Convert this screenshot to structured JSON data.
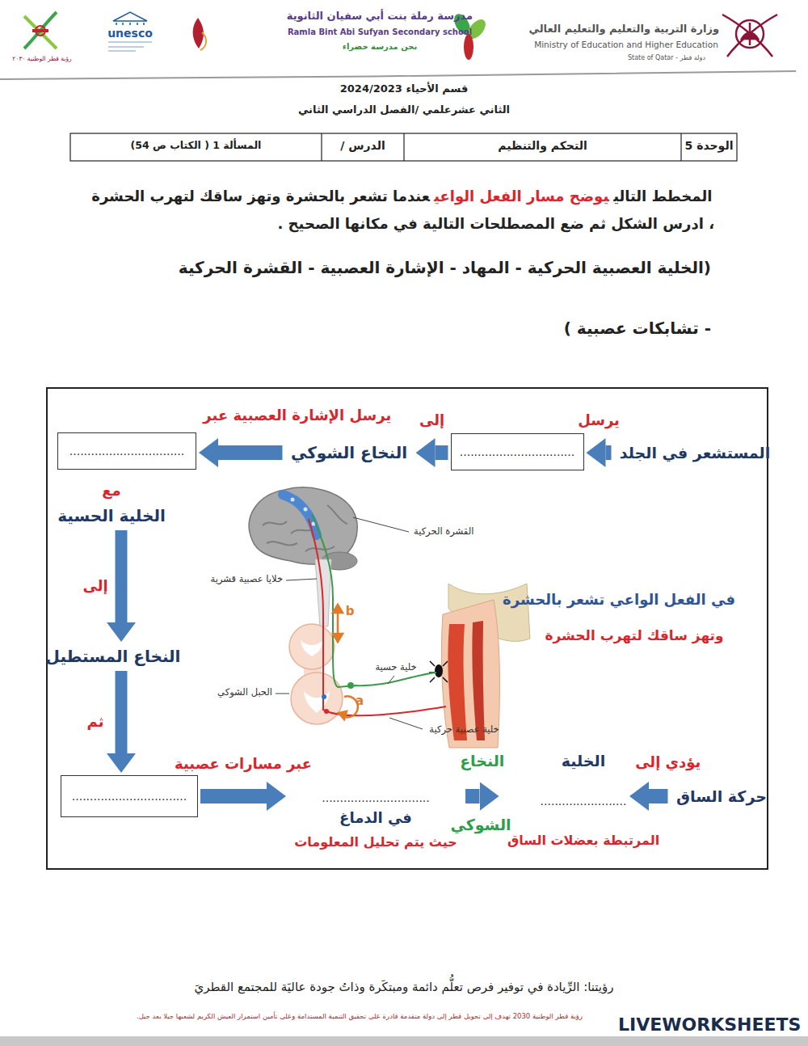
{
  "diagram": {
    "nodes": [
      {
        "text": [
          "المستشعر في الجلد"
        ]
      },
      {
        "text": [
          "................................"
        ]
      },
      {
        "text": [
          "النخاع الشوكي"
        ]
      },
      {
        "text": [
          "................................"
        ]
      },
      {
        "text": [
          "مع",
          "الخلية الحسية"
        ]
      },
      {
        "text": [
          "النخاع المستطيل"
        ]
      },
      {
        "text": [
          "................................"
        ]
      },
      {
        "text": [
          "..............................",
          "في الدماغ",
          "حيث يتم تحليل المعلومات"
        ]
      },
      {
        "text": [
          "الخلية",
          "........................",
          "المرتبطة بعضلات الساق"
        ]
      },
      {
        "text": [
          "حركة الساق"
        ]
      }
    ],
    "edges": [
      {
        "from": 0,
        "to": 1,
        "arrow": "to",
        "label": "يرسل"
      },
      {
        "from": 1,
        "to": 2,
        "arrow": "to",
        "label": "إلى"
      },
      {
        "from": 2,
        "to": 3,
        "arrow": "to",
        "label": "يرسل الإشارة العصبية عبر"
      },
      {
        "from": 4,
        "to": 5,
        "arrow": "to",
        "label": "إلى"
      },
      {
        "from": 5,
        "to": 6,
        "arrow": "to",
        "label": "ثم"
      },
      {
        "from": 6,
        "to": 7,
        "arrow": "to",
        "label": "عبر مسارات عصبية"
      },
      {
        "from": 7,
        "to": 8,
        "arrow": "to",
        "label": "النخاع"
      },
      {
        "from": 8,
        "to": 9,
        "arrow": "to",
        "label": "يؤدي إلى"
      }
    ],
    "labels": [
      "وزارة التربية والتعليم والتعليم العالي",
      "Ministry of Education and Higher Education",
      "State of Qatar - دولة قطر",
      "مدرسة رملة بنت أبي سفيان الثانوية",
      "Ramla Bint Abi Sufyan Secondary school",
      "نحن مدرسة خضراء",
      "unesco",
      "رؤية قطر الوطنية ٢٠٣٠",
      "قسم الأحياء 2024/2023",
      "الثاني عشرعلمي /الفصل الدراسي الثاني",
      "الوحدة 5",
      "التحكم والتنظيم",
      "الدرس /",
      "المسألة 1 ( الكتاب ص 54)",
      "المخطط التالي",
      "يوضح مسار الفعل الواعي",
      "عندما تشعر بالحشرة وتهز ساقك لتهرب الحشرة ، ادرس الشكل ثم ضع المصطلحات التالية في مكانها الصحيح .",
      "(الخلية العصبية الحركية - المهاد - الإشارة العصبية - القشرة الحركية",
      "- تشابكات عصبية )",
      "القشرة الحركية",
      "خلايا عصبية قشرية",
      "b",
      "خلية حسية",
      "الحبل الشوكي",
      "a",
      "خلية عصبية حركية",
      "في الفعل الواعي تشعر بالحشرة",
      "وتهز ساقك لتهرب الحشرة",
      "الشوكي",
      "رؤيتنا: الرِّيادة في توفير فرص تعلُّم دائمة ومبتكَرة وذاتُ جودة عاليَة للمجتمع القطريَ",
      "رؤية قطر الوطنية 2030 تهدف إلى تحويل قطر إلى دولة متقدمة قادرة على تحقيق التنمية المستدامة وعلى تأمين استمرار العيش الكريم لشعبها جيلا بعد جيل.",
      "LIVEWORKSHEETS"
    ]
  }
}
